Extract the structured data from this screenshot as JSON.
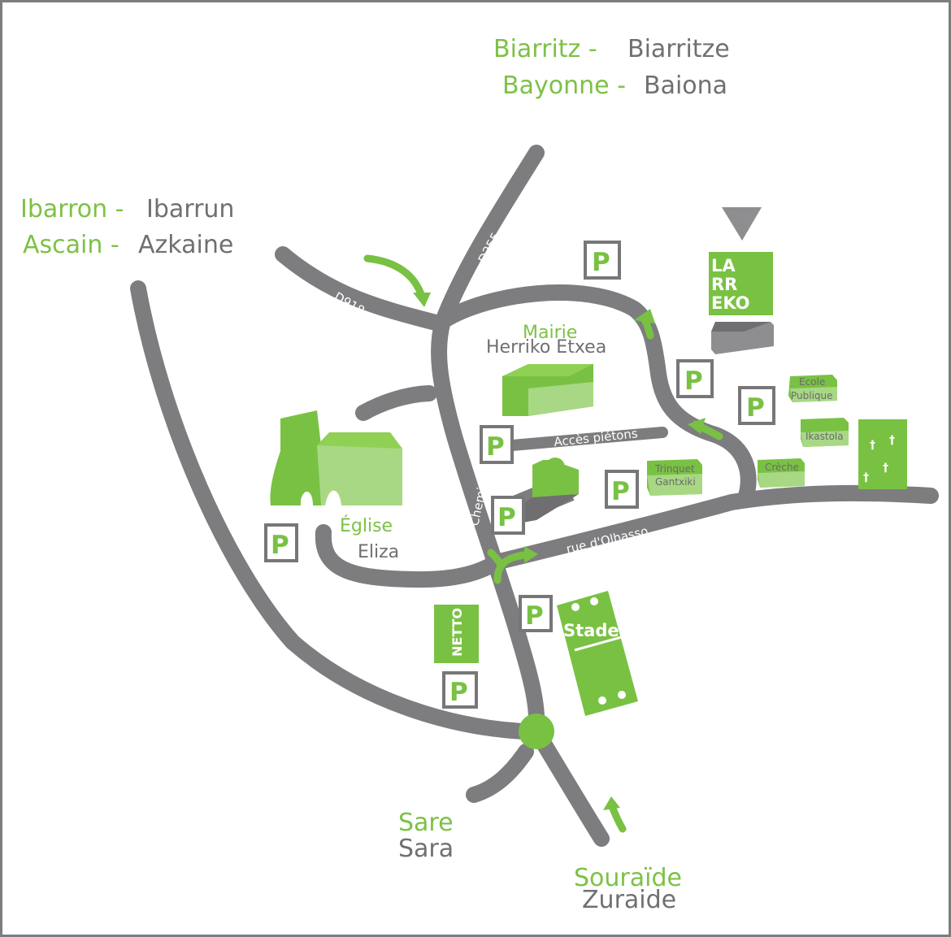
{
  "destinations": {
    "biarritz_fr": "Biarritz -",
    "biarritz_eu": "Biarritze",
    "bayonne_fr": "Bayonne -",
    "bayonne_eu": "Baiona",
    "ibarron_fr": "Ibarron -",
    "ibarron_eu": "Ibarrun",
    "ascain_fr": "Ascain -",
    "ascain_eu": "Azkaine",
    "sare_fr": "Sare",
    "sare_eu": "Sara",
    "souraide_fr": "Souraïde",
    "souraide_eu": "Zuraide"
  },
  "roads": {
    "d255": "D255",
    "d918": "D918",
    "chemin": "Chemin Karrika",
    "olhasso": "rue d'Olhasso",
    "pietons": "Accès piétons"
  },
  "places": {
    "mairie_fr": "Mairie",
    "mairie_eu": "Herriko Etxea",
    "eglise_fr": "Église",
    "eglise_eu": "Eliza",
    "ecole_1": "Ecole",
    "ecole_2": "Publique",
    "ikastola": "Ikastola",
    "creche": "Crèche",
    "trinquet_1": "Trinquet",
    "trinquet_2": "Gantxiki",
    "stade": "Stade",
    "netto": "NETTO"
  },
  "larreko": {
    "l1": "LA",
    "l2": "RR",
    "l3": "EKO"
  },
  "parking_label": "P",
  "colors": {
    "green": "#79c143",
    "road": "#7d7d7f",
    "text_gray": "#707072"
  }
}
